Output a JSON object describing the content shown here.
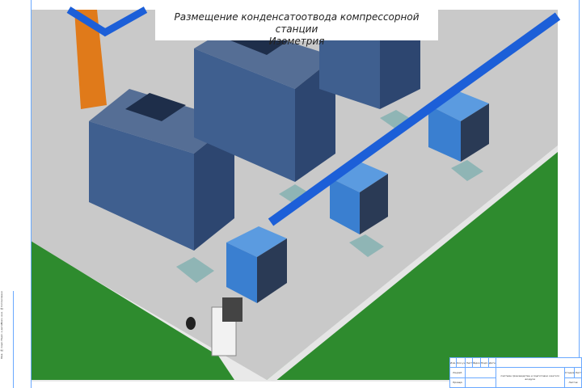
{
  "title": {
    "line1": "Размещение конденсатоотвода компрессорной станции",
    "line2": "Изометрия"
  },
  "title_block": {
    "columns": [
      "Изм.",
      "Кол.уч",
      "Лист",
      "№док",
      "Подп.",
      "Дата"
    ],
    "rows": [
      "Разраб.",
      "Провер."
    ],
    "description": "Система производства и подготовки сжатого воздуха",
    "stage_labels": [
      "Стадия",
      "Лист",
      "Листов"
    ]
  },
  "side_stamp": [
    "Согласовано",
    "Взам. инв. №",
    "Подп. и дата",
    "Инв. № подл."
  ],
  "colors": {
    "floor": "#c8c8c8",
    "grass": "#2e8b2e",
    "compressor": "#3f5f8f",
    "dryer": "#3a7fd0",
    "pipe": "#1c5fd8",
    "beam": "#e07a1a",
    "frame": "#6aa9ff"
  }
}
